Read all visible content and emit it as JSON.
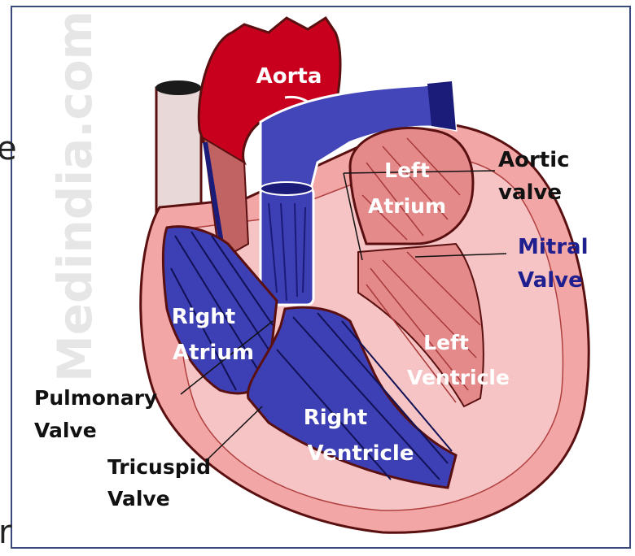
{
  "watermark": "Medindia.com",
  "labels": {
    "aorta": "Aorta",
    "aortic_valve_1": "Aortic",
    "aortic_valve_2": "valve",
    "left_atrium_1": "Left",
    "left_atrium_2": "Atrium",
    "mitral_valve_1": "Mitral",
    "mitral_valve_2": "Valve",
    "right_atrium_1": "Right",
    "right_atrium_2": "Atrium",
    "left_ventricle_1": "Left",
    "left_ventricle_2": "Ventricle",
    "pulmonary_valve_1": "Pulmonary",
    "pulmonary_valve_2": "Valve",
    "right_ventricle_1": "Right",
    "right_ventricle_2": "Ventricle",
    "tricuspid_valve_1": "Tricuspid",
    "tricuspid_valve_2": "Valve"
  },
  "clipped_text": {
    "top_edge": "e",
    "bottom_edge": "r"
  },
  "colors": {
    "aorta_red": "#c8001e",
    "muscle_pink": "#f2a6a6",
    "inner_pink": "#f6c4c4",
    "deoxygenated_blue": "#3d3fb4",
    "dark_blue": "#1b1b7a",
    "outline_dark": "#5a1010",
    "mitral_label": "#1f1f8f",
    "label_dark": "#111111",
    "label_white": "#ffffff"
  }
}
